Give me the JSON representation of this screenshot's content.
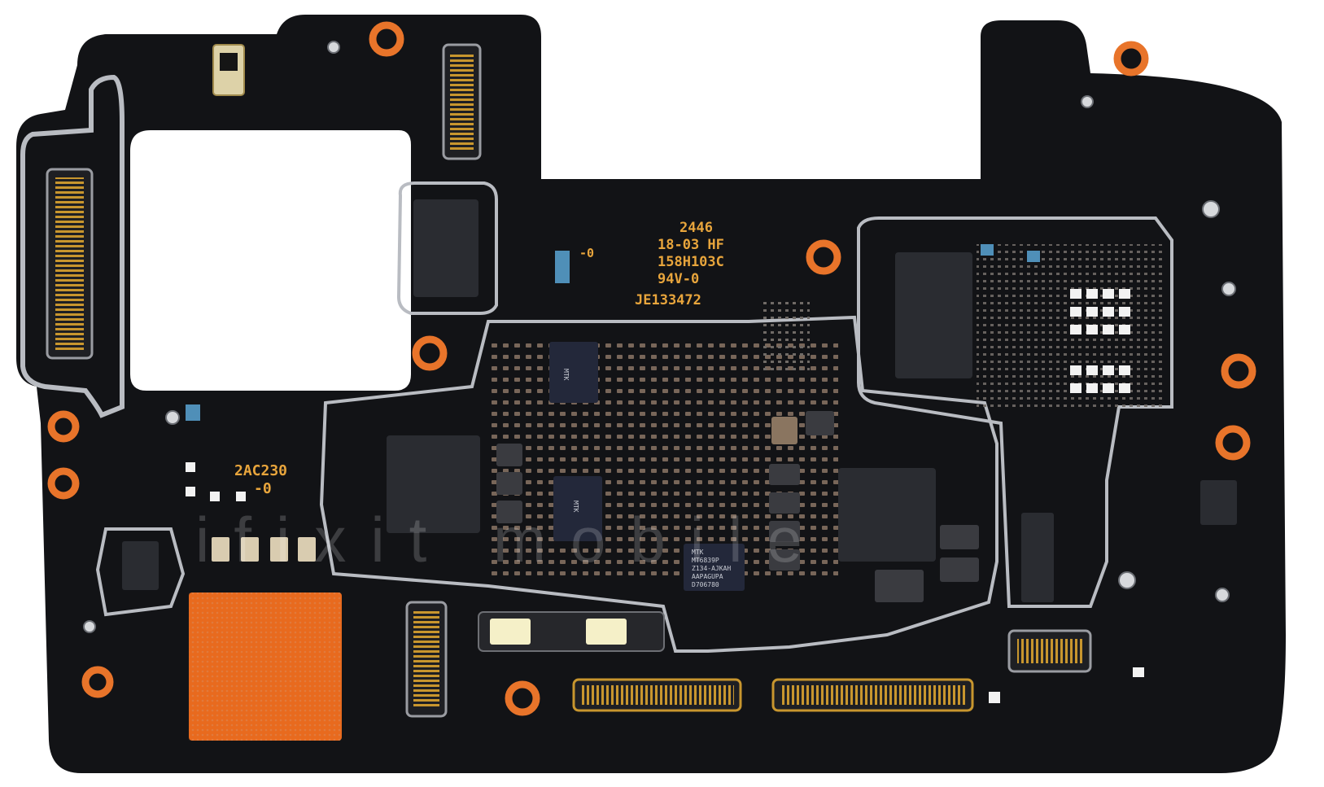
{
  "image": {
    "subject": "smartphone-mainboard-pcb",
    "colors": {
      "board": "#121316",
      "background": "#ffffff",
      "silkscreen": "#e8a53c",
      "copper_pad": "#e86a1e",
      "shield_metal": "#b9bcc2",
      "chip": "#2a2c31",
      "gold": "#c8962e"
    }
  },
  "silkscreen": {
    "marking_top": {
      "line1": "2446",
      "line2": "18-03 HF",
      "line3": "158H103C",
      "line4": "94V-0",
      "line5": "JE133472"
    },
    "marking_left": {
      "line1": "2AC230",
      "line2": "-0"
    },
    "marking_small": "-0"
  },
  "chips": {
    "soc": {
      "line1": "MTK",
      "line2": "MT6839P",
      "line3": "Z134-AJKAH",
      "line4": "AAPAGUPA",
      "line5": "D706780"
    },
    "pmic_top": {
      "line1": "MTK"
    },
    "pmic_mid": {
      "line1": "MTK"
    }
  },
  "watermark": {
    "text": "ifixit mobile"
  }
}
